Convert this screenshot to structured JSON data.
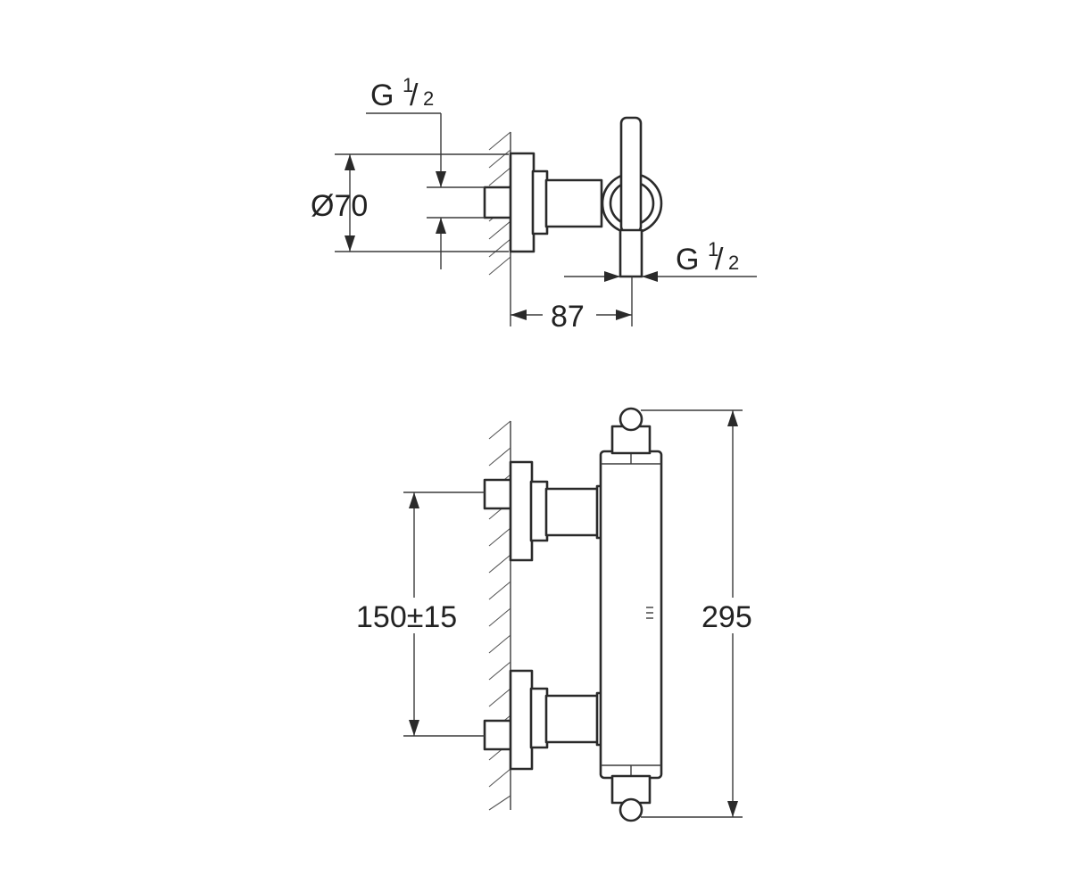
{
  "top_view": {
    "inlet_thread": {
      "g": "G",
      "num": "1",
      "den": "2"
    },
    "outlet_thread": {
      "g": "G",
      "num": "1",
      "den": "2"
    },
    "diameter": "Ø70",
    "depth": "87"
  },
  "front_view": {
    "inlet_spacing": "150±15",
    "height": "295"
  },
  "colors": {
    "line": "#2a2a2a",
    "background": "#ffffff"
  }
}
